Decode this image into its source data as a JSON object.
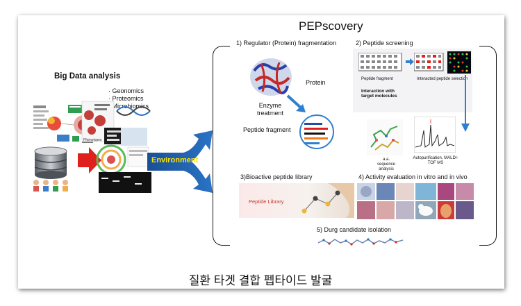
{
  "title": "PEPscovery",
  "caption": "질환 타겟 결합 펩타이드 발굴",
  "left": {
    "heading": "Big Data analysis",
    "omics": [
      "· Geonomics",
      "· Proteomics",
      "· Microbiomics"
    ],
    "environment_label": "Environment",
    "heatmap_label": "Phenotypes"
  },
  "steps": {
    "step1": {
      "title": "1) Regulator (Protein) fragmentation",
      "protein_label": "Protein",
      "enzyme_label": "Enzyme\ntreatment",
      "fragment_label": "Peptide fragment"
    },
    "step2": {
      "title": "2) Peptide screening",
      "fragment_label": "Peptide fragment",
      "interacted_label": "Interacted peptide selection",
      "interaction_label": "Interaction with target molecules",
      "sequence_label": "a.a. sequence analysis",
      "autopurification_label": "Autopurification, MALDI-TOF  MS"
    },
    "step3": {
      "title": "3)Bioactive peptide library",
      "library_label": "Peptide Library"
    },
    "step4": {
      "title": "4) Activity evaluation in vitro and in vivo"
    },
    "step5": {
      "title": "5) Durg candidate isolation"
    }
  },
  "colors": {
    "arrow_red": "#e0201d",
    "arrow_blue": "#2a73c6",
    "environment_text": "#ffe400",
    "circle_blue": "#2f7fd0",
    "fragment_bars": [
      "#1f4fa8",
      "#e0201d",
      "#111111",
      "#f07c1c",
      "#2f7fd0"
    ]
  }
}
